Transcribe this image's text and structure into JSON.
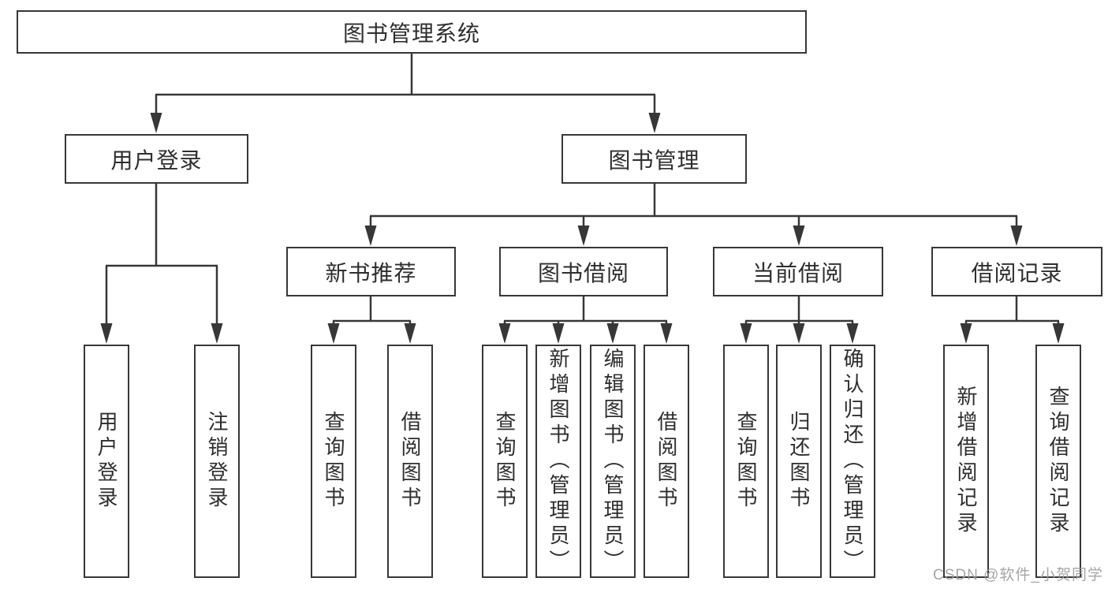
{
  "diagram": {
    "root": {
      "label": "图书管理系统",
      "children": [
        {
          "label": "用户登录",
          "children": [
            {
              "label": "用户登录"
            },
            {
              "label": "注销登录"
            }
          ]
        },
        {
          "label": "图书管理",
          "children": [
            {
              "label": "新书推荐",
              "children": [
                {
                  "label": "查询图书"
                },
                {
                  "label": "借阅图书"
                }
              ]
            },
            {
              "label": "图书借阅",
              "children": [
                {
                  "label": "查询图书"
                },
                {
                  "label": "新增图书（管理员）"
                },
                {
                  "label": "编辑图书（管理员）"
                },
                {
                  "label": "借阅图书"
                }
              ]
            },
            {
              "label": "当前借阅",
              "children": [
                {
                  "label": "查询图书"
                },
                {
                  "label": "归还图书"
                },
                {
                  "label": "确认归还（管理员）"
                }
              ]
            },
            {
              "label": "借阅记录",
              "children": [
                {
                  "label": "新增借阅记录"
                },
                {
                  "label": "查询借阅记录"
                }
              ]
            }
          ]
        }
      ]
    }
  },
  "watermark": {
    "text": "CSDN @软件_小贺同学"
  },
  "colors": {
    "line": "#373737",
    "box_border": "#373737",
    "text": "#2e2e2e",
    "watermark": "#9c9c9c",
    "background": "#ffffff"
  }
}
